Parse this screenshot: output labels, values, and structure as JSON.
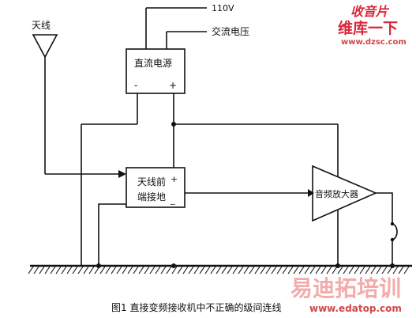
{
  "diagram": {
    "labels": {
      "antenna": "天线",
      "dc_power": "直流电源",
      "voltage_value": "110V",
      "voltage_type": "交流电压",
      "antenna_frontend_line1": "天线前",
      "antenna_frontend_line2": "端接地",
      "audio_amp": "音频放大器",
      "power_minus": "-",
      "power_plus": "+",
      "frontend_plus": "+",
      "frontend_minus": "_"
    },
    "caption": "图1 直接变频接收机中不正确的级间连线"
  },
  "watermarks": {
    "top_line1": "收音片",
    "top_line2": "维库一下",
    "top_url": "www.dzsc.com",
    "bottom_brand": "易迪拓培训",
    "bottom_url": "www.edatop.com"
  },
  "colors": {
    "line": "#111111",
    "wm_red": "#d8283a",
    "wm_orange": "#e8a020",
    "wm_pink": "#f2a3a3",
    "wm_url": "#d04848"
  }
}
